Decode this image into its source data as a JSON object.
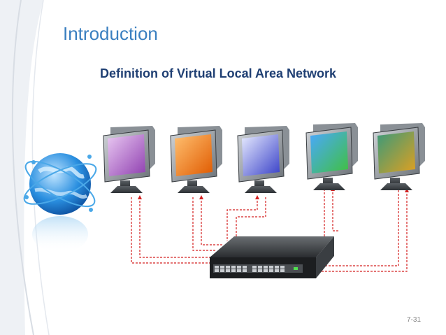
{
  "slide": {
    "title": "Introduction",
    "subtitle": "Definition of Virtual Local Area Network",
    "page_number": "7-31"
  },
  "diagram": {
    "monitors": [
      {
        "id": "pc1",
        "screen_colors": [
          "#e9c8f2",
          "#8f3fb0"
        ]
      },
      {
        "id": "pc2",
        "screen_colors": [
          "#ffc070",
          "#e05a00"
        ]
      },
      {
        "id": "pc3",
        "screen_colors": [
          "#e8ecff",
          "#3840c8"
        ]
      },
      {
        "id": "pc4",
        "screen_colors": [
          "#4aa8ff",
          "#40c040"
        ]
      },
      {
        "id": "pc5",
        "screen_colors": [
          "#3a9a7a",
          "#e0a020"
        ]
      }
    ],
    "switch": {
      "id": "network-switch"
    },
    "link_color": "#d42020",
    "globe_color": "#2a8fe0"
  }
}
